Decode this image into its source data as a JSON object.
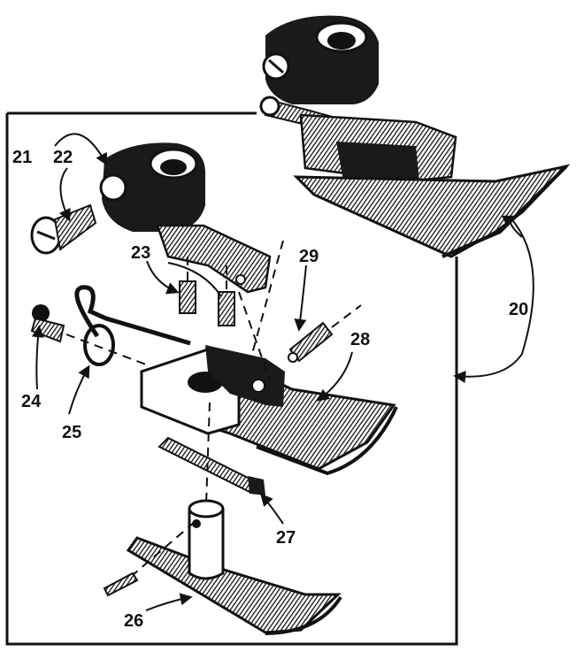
{
  "labels": {
    "l20": "20",
    "l21": "21",
    "l22": "22",
    "l23": "23",
    "l24": "24",
    "l25": "25",
    "l26": "26",
    "l27": "27",
    "l28": "28",
    "l29": "29"
  },
  "colors": {
    "ink": "#111111",
    "paper": "#ffffff"
  }
}
